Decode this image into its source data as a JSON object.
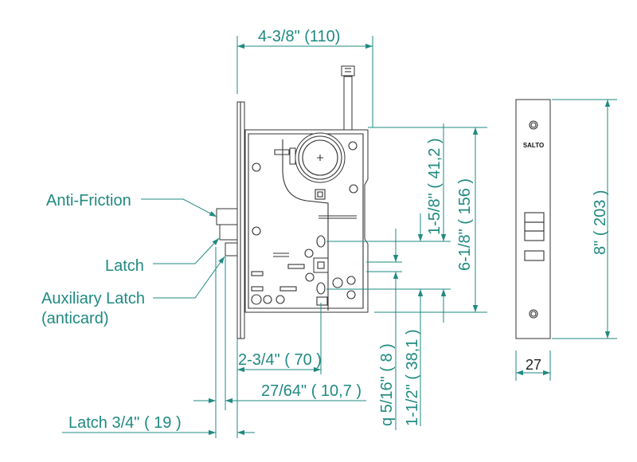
{
  "labels": {
    "anti_friction": "Anti-Friction",
    "latch": "Latch",
    "auxiliary_latch": "Auxiliary Latch",
    "anticard": "(anticard)"
  },
  "dimensions": {
    "width_top": "4-3/8\" (110)",
    "height_case": "6-1/8\" ( 156 )",
    "spacing_upper": "1-5/8\" ( 41,2 )",
    "spacing_lower": "1-1/2\" ( 38,1 )",
    "hole_diameter": "q 5/16\" ( 8 )",
    "backset": "2-3/4\" ( 70 )",
    "aux_projection": "27/64\" ( 10,7 )",
    "latch_throw": "Latch 3/4\" ( 19 )",
    "faceplate_height": "8\" ( 203 )",
    "faceplate_width": "27"
  },
  "faceplate": {
    "brand": "SALTO"
  },
  "colors": {
    "dimension": "#1f8a80",
    "outline": "#333333"
  }
}
